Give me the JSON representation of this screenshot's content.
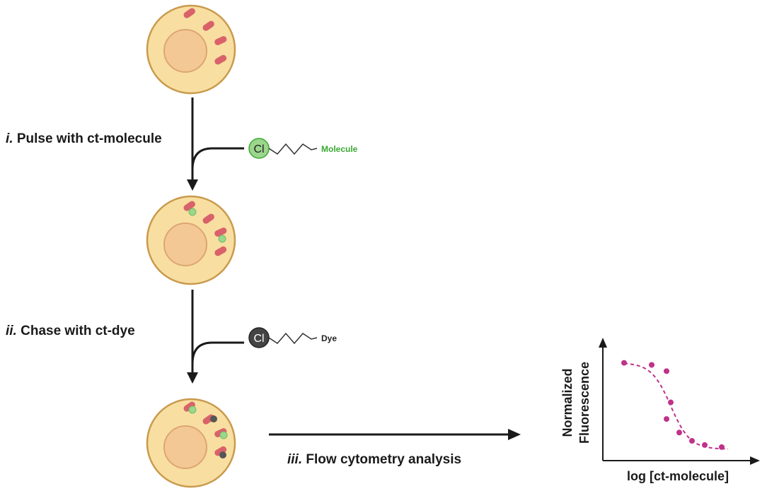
{
  "steps": [
    {
      "numeral": "i.",
      "text": " Pulse with ct-molecule"
    },
    {
      "numeral": "ii.",
      "text": " Chase with ct-dye"
    },
    {
      "numeral": "iii.",
      "text": " Flow cytometry analysis"
    }
  ],
  "reagents": {
    "molecule": {
      "symbol": "Cl",
      "tag": "Molecule",
      "color": "#3aa832",
      "fill": "#9bd68c"
    },
    "dye": {
      "symbol": "Cl",
      "tag": "Dye",
      "color": "#222222",
      "fill": "#444444"
    }
  },
  "plot": {
    "ylabel_line1": "Normalized",
    "ylabel_line2": "Fluorescence",
    "xlabel": "log [ct-molecule]",
    "point_color": "#c0318a"
  },
  "colors": {
    "cell_fill": "#f8dfa1",
    "cell_stroke": "#c99a4d",
    "nucleus_fill": "#f4c894",
    "nucleus_stroke": "#dca672",
    "mito_fill": "#d9626a",
    "arrow": "#1a1a1a"
  },
  "chart_data": {
    "type": "scatter",
    "xlabel": "log [ct-molecule]",
    "ylabel": "Normalized Fluorescence",
    "x": [
      1.0,
      2.3,
      3.0,
      3.2,
      3.0,
      3.6,
      4.2,
      4.8,
      5.6
    ],
    "y": [
      0.94,
      0.92,
      0.86,
      0.56,
      0.4,
      0.27,
      0.19,
      0.15,
      0.13
    ],
    "xlim": [
      0,
      7
    ],
    "ylim": [
      0,
      1.1
    ]
  }
}
